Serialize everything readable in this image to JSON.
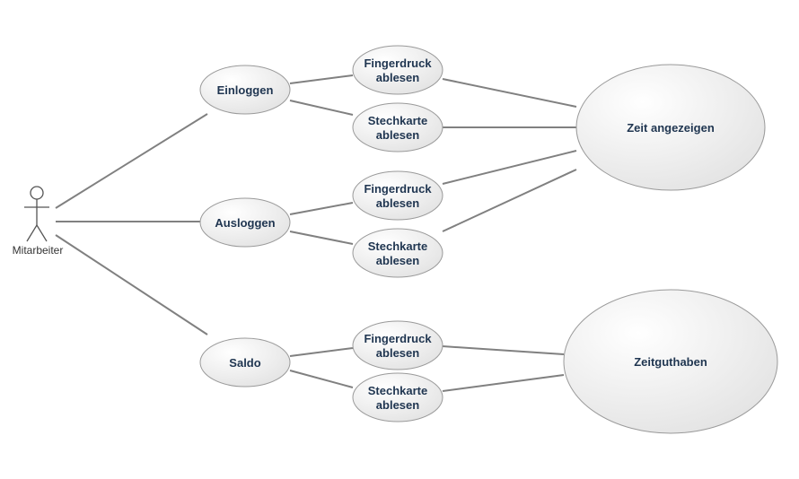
{
  "diagram": {
    "actor": {
      "name": "Mitarbeiter"
    },
    "use_cases": {
      "einloggen": "Einloggen",
      "ausloggen": "Ausloggen",
      "saldo": "Saldo",
      "finger_1": [
        "Fingerdruck",
        "ablesen"
      ],
      "stech_1": [
        "Stechkarte",
        "ablesen"
      ],
      "finger_2": [
        "Fingerdruck",
        "ablesen"
      ],
      "stech_2": [
        "Stechkarte",
        "ablesen"
      ],
      "finger_3": [
        "Fingerdruck",
        "ablesen"
      ],
      "stech_3": [
        "Stechkarte",
        "ablesen"
      ],
      "zeit": "Zeit angezeigen",
      "guthaben": "Zeitguthaben"
    },
    "colors": {
      "ellipse_fill_light": "#ffffff",
      "ellipse_fill_dark": "#e6e6e6",
      "ellipse_stroke": "#9a9a9a",
      "line": "#808080",
      "label": "#1f3550"
    }
  }
}
